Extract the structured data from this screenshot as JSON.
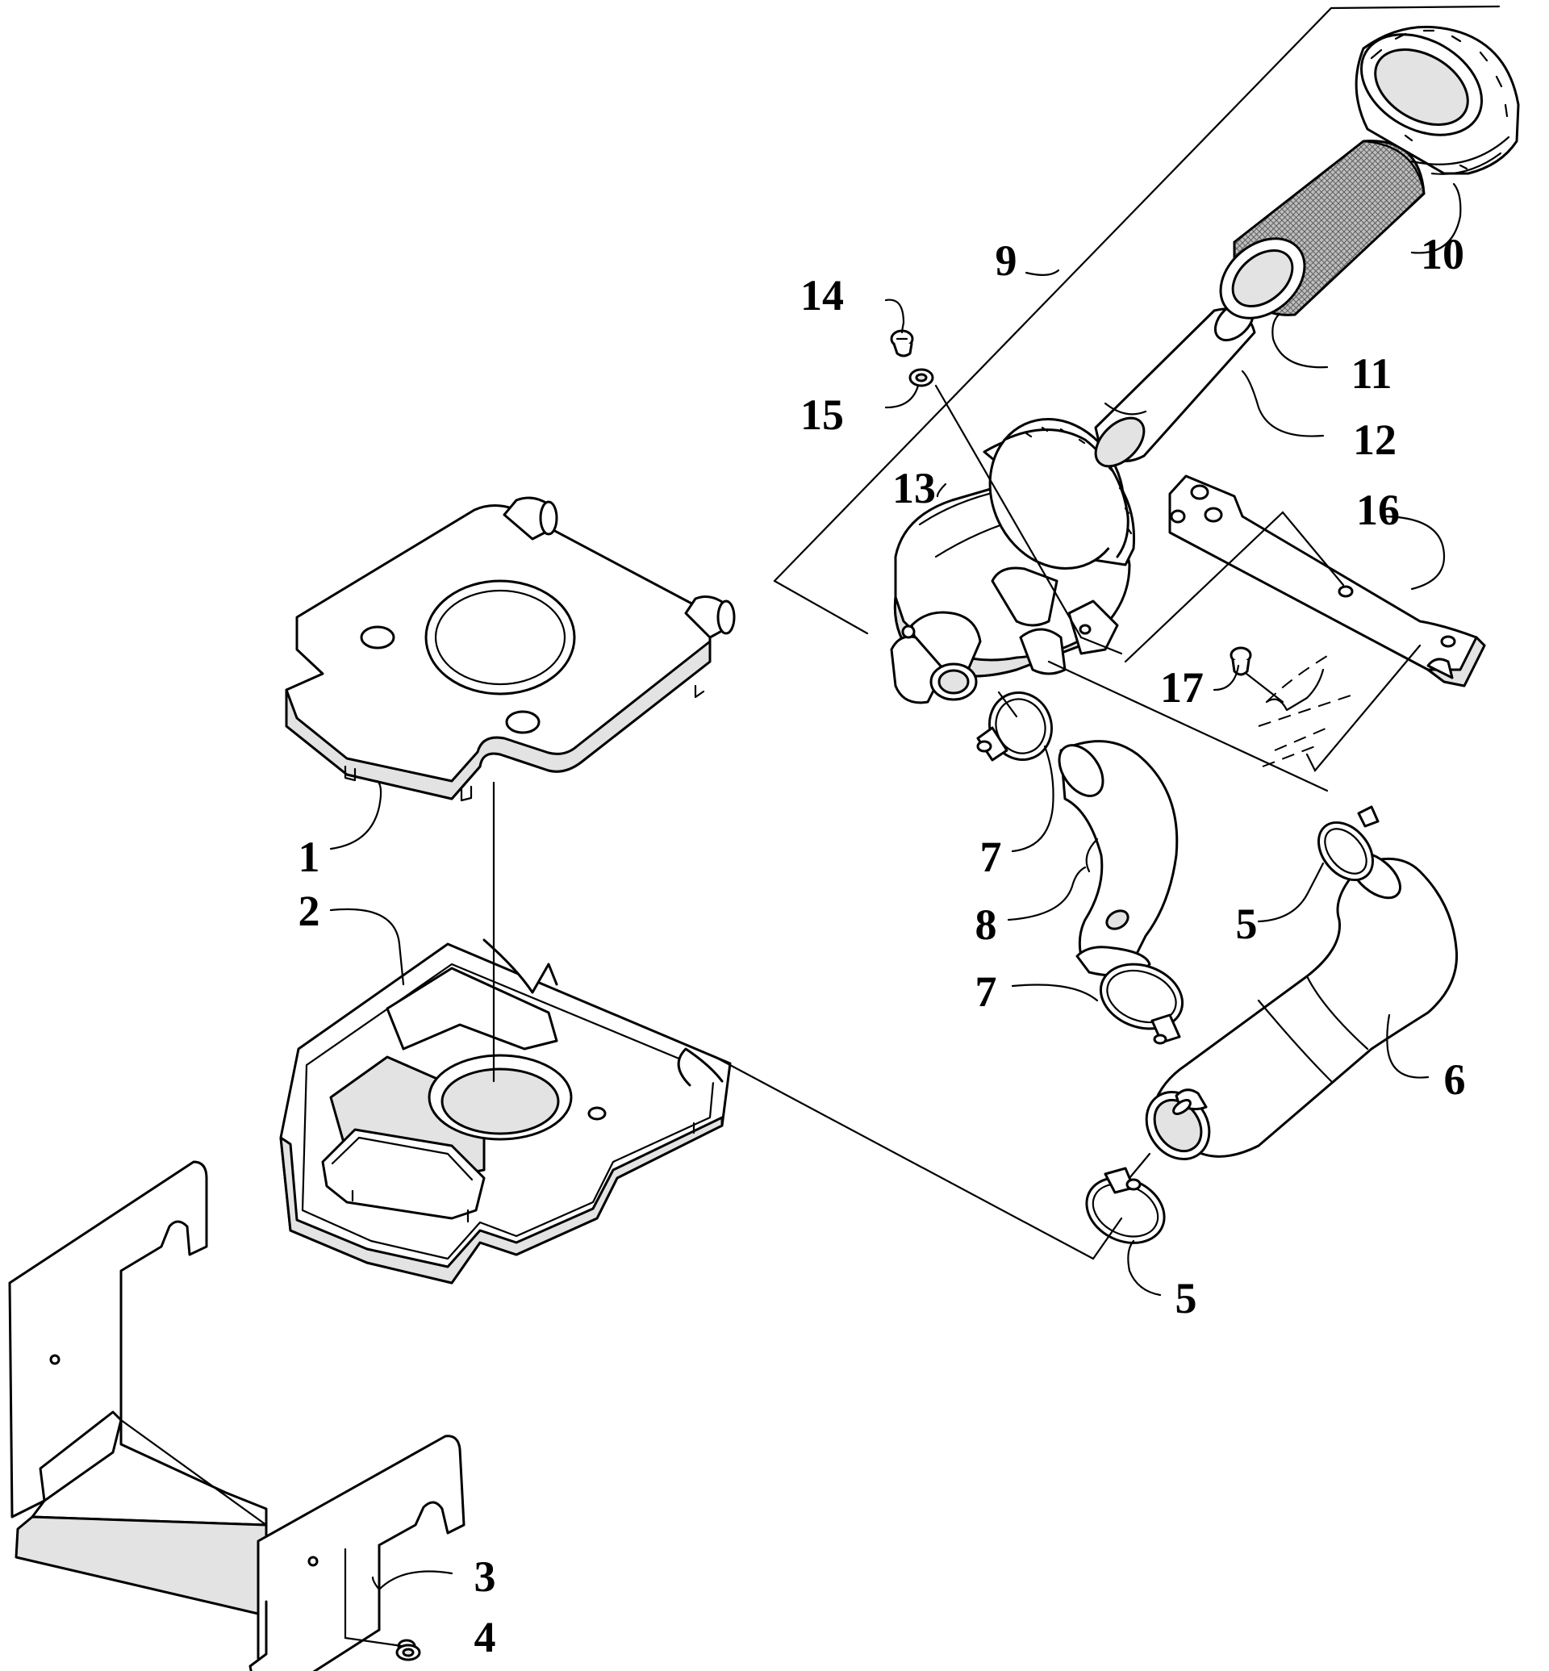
{
  "callouts": [
    {
      "id": "c1",
      "label": "1"
    },
    {
      "id": "c2",
      "label": "2"
    },
    {
      "id": "c3",
      "label": "3"
    },
    {
      "id": "c4",
      "label": "4"
    },
    {
      "id": "c5a",
      "label": "5"
    },
    {
      "id": "c5b",
      "label": "5"
    },
    {
      "id": "c6",
      "label": "6"
    },
    {
      "id": "c7a",
      "label": "7"
    },
    {
      "id": "c7b",
      "label": "7"
    },
    {
      "id": "c8",
      "label": "8"
    },
    {
      "id": "c9",
      "label": "9"
    },
    {
      "id": "c10",
      "label": "10"
    },
    {
      "id": "c11",
      "label": "11"
    },
    {
      "id": "c12",
      "label": "12"
    },
    {
      "id": "c13",
      "label": "13"
    },
    {
      "id": "c14",
      "label": "14"
    },
    {
      "id": "c15",
      "label": "15"
    },
    {
      "id": "c16",
      "label": "16"
    },
    {
      "id": "c17",
      "label": "17"
    }
  ],
  "colors": {
    "line": "#000000",
    "background": "#ffffff",
    "shade": "#e3e3e3"
  }
}
